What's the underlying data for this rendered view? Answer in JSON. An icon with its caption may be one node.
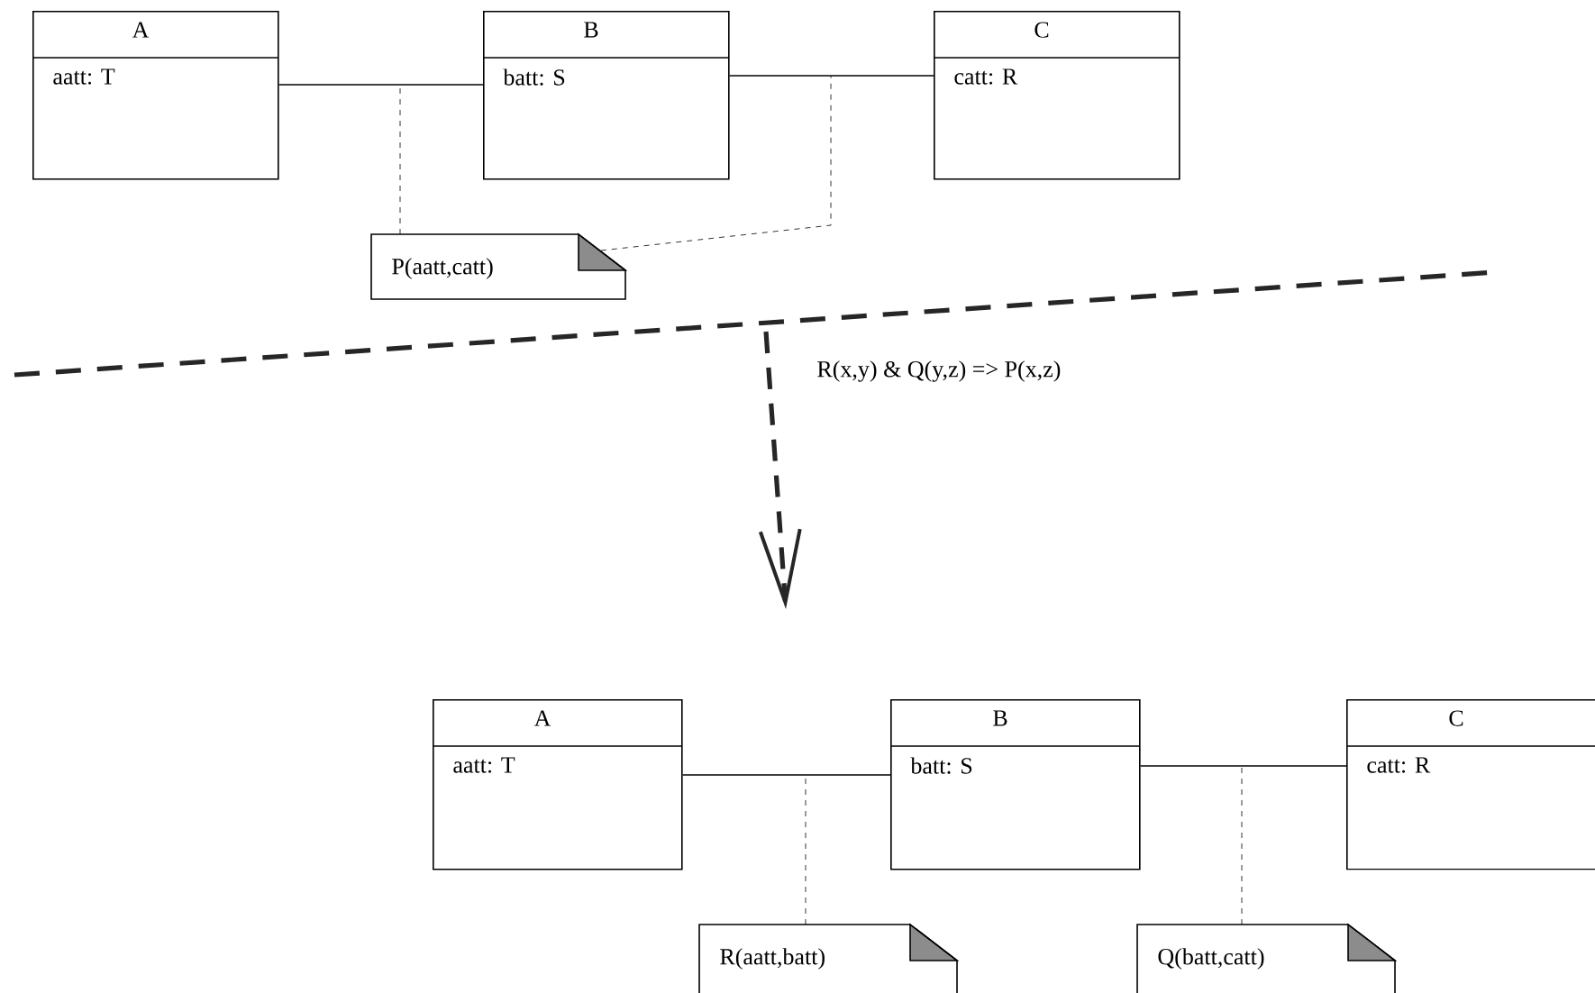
{
  "diagram": {
    "nodes": [
      {
        "text": [
          "A",
          "aatt: T"
        ]
      },
      {
        "text": [
          "B",
          "batt: S"
        ]
      },
      {
        "text": [
          "C",
          "catt: R"
        ]
      },
      {
        "text": [
          "P(aatt,catt)"
        ]
      },
      {
        "text": [
          "A",
          "aatt: T"
        ]
      },
      {
        "text": [
          "B",
          "batt: S"
        ]
      },
      {
        "text": [
          "C",
          "catt: R"
        ]
      },
      {
        "text": [
          "R(aatt,batt)"
        ]
      },
      {
        "text": [
          "Q(batt,catt)"
        ]
      }
    ],
    "edges": [
      {
        "from": 0,
        "to": 1,
        "arrow": "none"
      },
      {
        "from": 1,
        "to": 2,
        "arrow": "none"
      },
      {
        "from": 3,
        "to": null,
        "arrow": "none",
        "style": "dashed"
      },
      {
        "from": 3,
        "to": null,
        "arrow": "none",
        "style": "dashed"
      },
      {
        "from": 4,
        "to": 5,
        "arrow": "none"
      },
      {
        "from": 5,
        "to": 6,
        "arrow": "none"
      },
      {
        "from": 7,
        "to": null,
        "arrow": "none",
        "style": "dashed"
      },
      {
        "from": 8,
        "to": null,
        "arrow": "none",
        "style": "dashed"
      }
    ],
    "labels": [
      "R(x,y) & Q(y,z)  =>  P(x,z)"
    ]
  }
}
